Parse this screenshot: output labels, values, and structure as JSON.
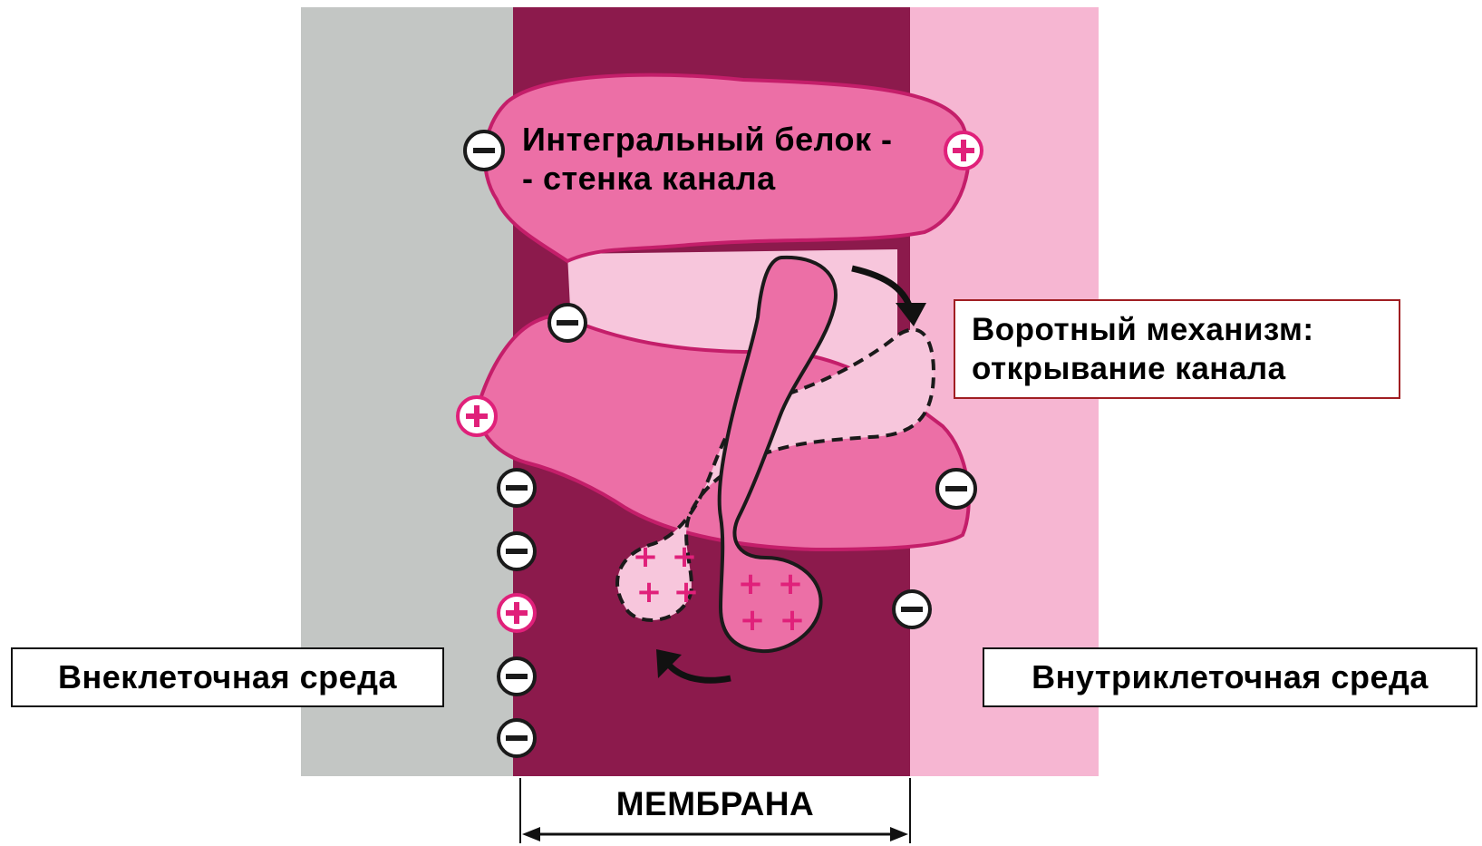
{
  "labels": {
    "protein_line1": "Интегральный белок -",
    "protein_line2": "- стенка канала",
    "gate_line1": "Воротный механизм:",
    "gate_line2": "открывание канала",
    "extracellular": "Внеклеточная среда",
    "intracellular": "Внутриклеточная среда",
    "membrane": "МЕМБРАНА"
  },
  "symbols": {
    "minus": "−",
    "plus": "+"
  },
  "colors": {
    "extracellular_bg": "#c3c6c4",
    "membrane_bg": "#8c1a4c",
    "intracellular_bg": "#f6b6d2",
    "protein": "#ec6fa6",
    "channel": "#f7c6dc",
    "plus_color": "#e0207a",
    "gate_box_border": "#a01e22"
  }
}
